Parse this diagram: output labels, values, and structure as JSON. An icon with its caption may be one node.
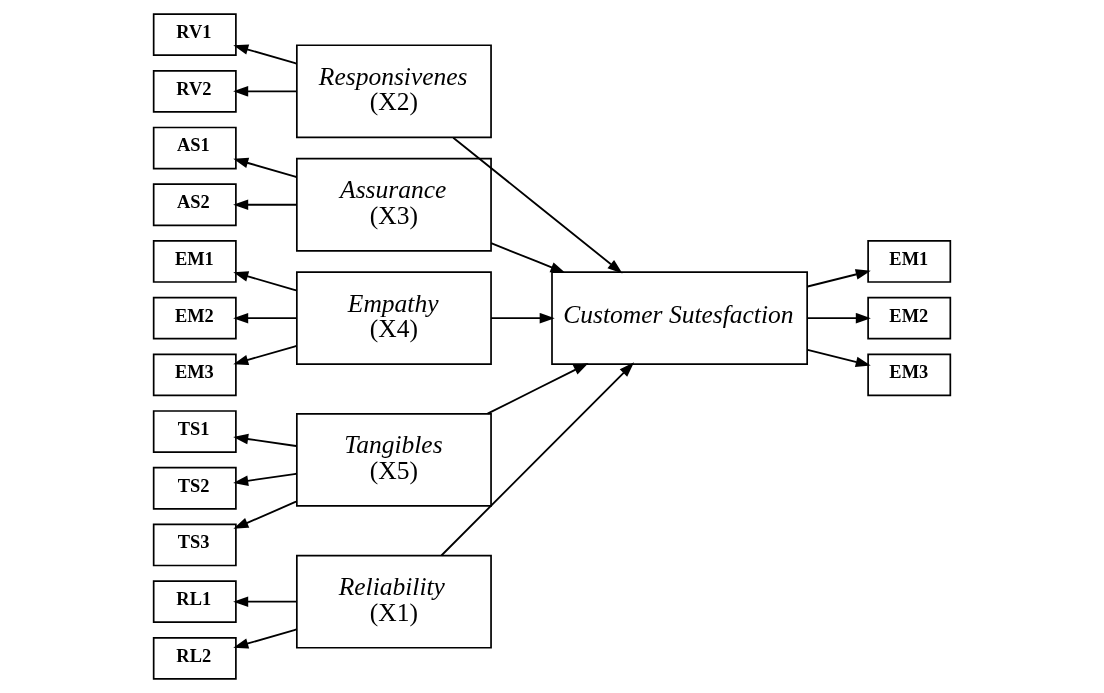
{
  "diagram": {
    "nodes": [
      {
        "text": [
          "Reliability",
          "(X1)"
        ]
      },
      {
        "text": [
          "RL1"
        ]
      },
      {
        "text": [
          "RL2"
        ]
      },
      {
        "text": [
          "Responsivenes",
          "(X2)"
        ]
      },
      {
        "text": [
          "RV1"
        ]
      },
      {
        "text": [
          "RV2"
        ]
      },
      {
        "text": [
          "Assurance",
          "(X3)"
        ]
      },
      {
        "text": [
          "AS1"
        ]
      },
      {
        "text": [
          "AS2"
        ]
      },
      {
        "text": [
          "Empathy",
          "(X4)"
        ]
      },
      {
        "text": [
          "EM1"
        ]
      },
      {
        "text": [
          "EM2"
        ]
      },
      {
        "text": [
          "EM3"
        ]
      },
      {
        "text": [
          "Tangibles",
          "(X5)"
        ]
      },
      {
        "text": [
          "TS1"
        ]
      },
      {
        "text": [
          "TS2"
        ]
      },
      {
        "text": [
          "TS3"
        ]
      },
      {
        "text": [
          "Customer Sutesfaction"
        ]
      },
      {
        "text": [
          "EM1"
        ]
      },
      {
        "text": [
          "EM2"
        ]
      },
      {
        "text": [
          "EM3"
        ]
      }
    ],
    "edges": [
      {
        "from": 0,
        "to": 1,
        "arrow": "to"
      },
      {
        "from": 0,
        "to": 2,
        "arrow": "to"
      },
      {
        "from": 3,
        "to": 4,
        "arrow": "to"
      },
      {
        "from": 3,
        "to": 5,
        "arrow": "to"
      },
      {
        "from": 6,
        "to": 7,
        "arrow": "to"
      },
      {
        "from": 6,
        "to": 8,
        "arrow": "to"
      },
      {
        "from": 9,
        "to": 10,
        "arrow": "to"
      },
      {
        "from": 9,
        "to": 11,
        "arrow": "to"
      },
      {
        "from": 9,
        "to": 12,
        "arrow": "to"
      },
      {
        "from": 13,
        "to": 14,
        "arrow": "to"
      },
      {
        "from": 13,
        "to": 15,
        "arrow": "to"
      },
      {
        "from": 13,
        "to": 16,
        "arrow": "to"
      },
      {
        "from": 0,
        "to": 17,
        "arrow": "to"
      },
      {
        "from": 3,
        "to": 17,
        "arrow": "to"
      },
      {
        "from": 6,
        "to": 17,
        "arrow": "to"
      },
      {
        "from": 9,
        "to": 17,
        "arrow": "to"
      },
      {
        "from": 13,
        "to": 17,
        "arrow": "to"
      },
      {
        "from": 17,
        "to": 18,
        "arrow": "to"
      },
      {
        "from": 17,
        "to": 19,
        "arrow": "to"
      },
      {
        "from": 17,
        "to": 20,
        "arrow": "to"
      }
    ]
  }
}
